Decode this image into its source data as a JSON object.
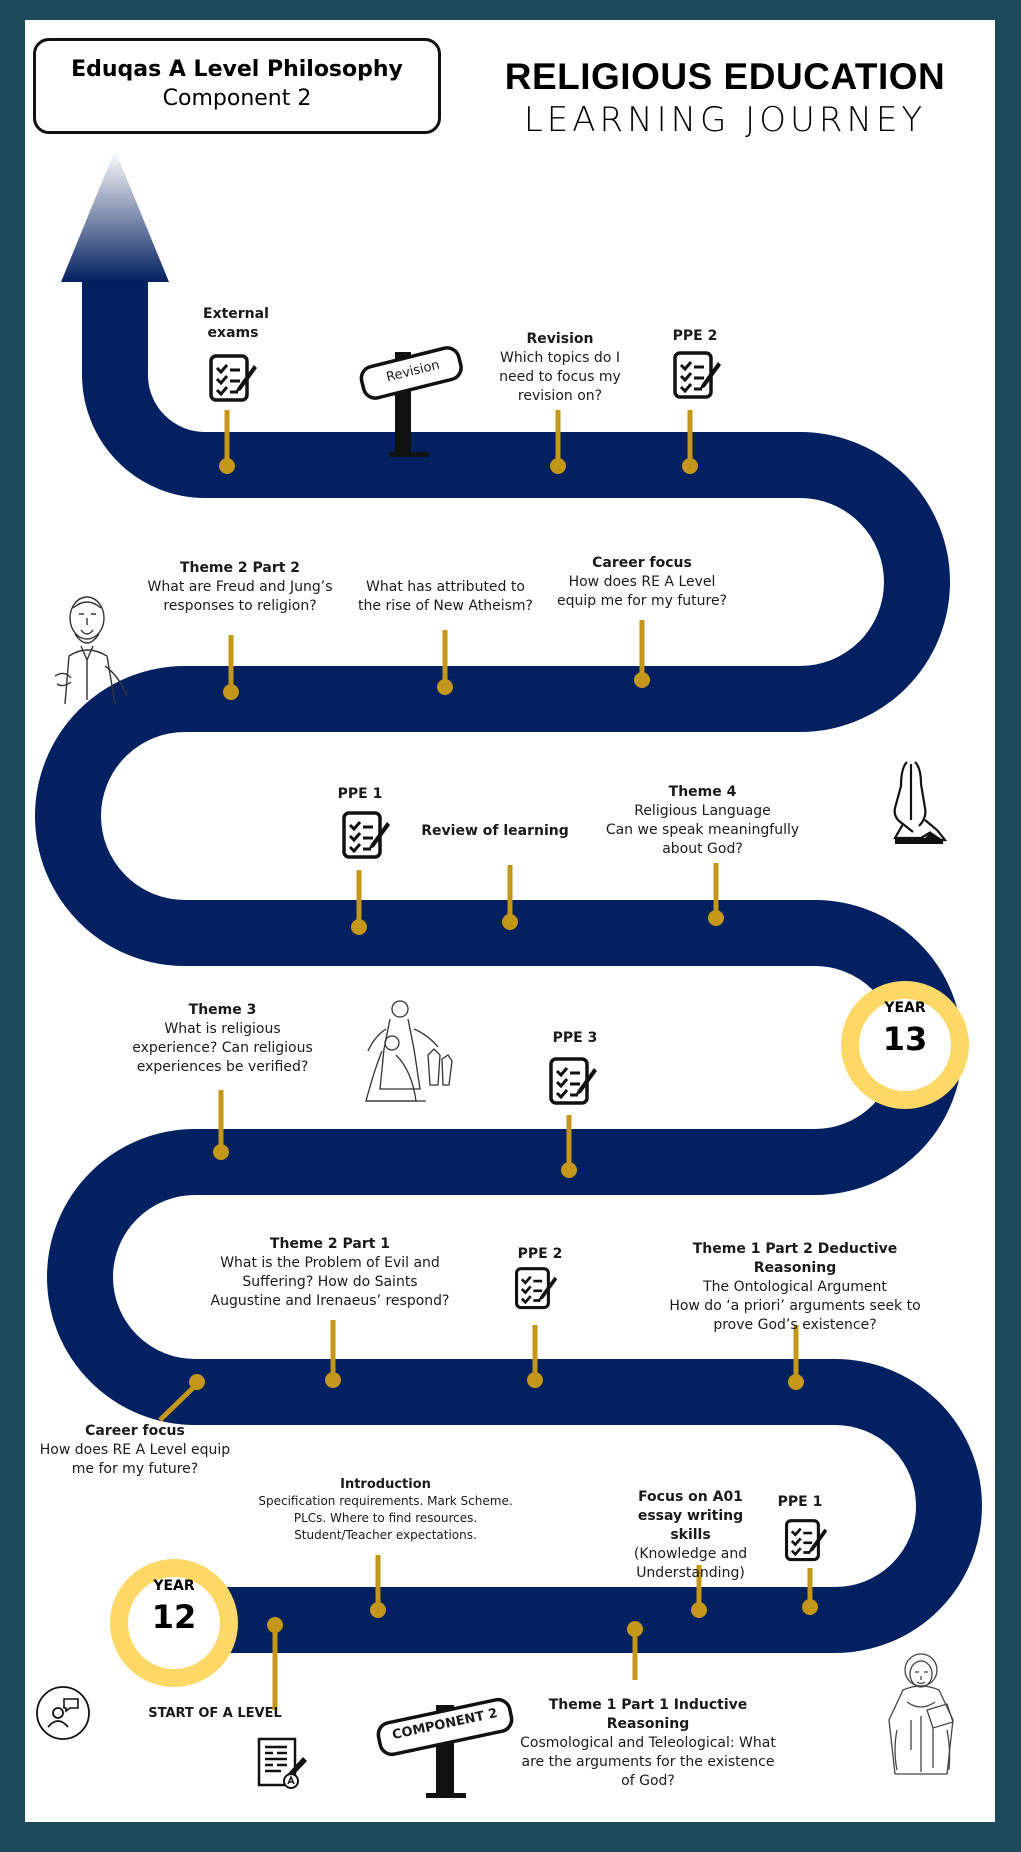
{
  "header": {
    "course_title": "Eduqas A Level Philosophy",
    "course_subtitle": "Component 2",
    "title_line1": "RELIGIOUS EDUCATION",
    "title_line2": "LEARNING JOURNEY"
  },
  "colors": {
    "road": "#032060",
    "pin": "#c4961a",
    "badge": "#fcd867",
    "border": "#1c4a5a"
  },
  "milestones": {
    "external_exams": "External exams",
    "revision_sign": "Revision",
    "revision_title": "Revision",
    "revision_text": "Which topics do I need to focus my revision on?",
    "ppe2_top": "PPE 2",
    "theme2p2_title": "Theme 2 Part 2",
    "theme2p2_text": "What are Freud and Jung’s responses to religion?",
    "new_atheism_text": "What has attributed to the rise of New Atheism?",
    "career_top_title": "Career focus",
    "career_top_text": "How does RE A Level equip me for my future?",
    "ppe1_y13": "PPE 1",
    "review_title": "Review of learning",
    "theme4_title": "Theme 4",
    "theme4_line1": "Religious Language",
    "theme4_line2": "Can we speak meaningfully about God?",
    "theme3_title": "Theme 3",
    "theme3_text": "What is religious experience? Can religious experiences be verified?",
    "ppe3": "PPE 3",
    "theme2p1_title": "Theme 2 Part 1",
    "theme2p1_text": "What is the Problem of Evil and Suffering? How do Saints Augustine and Irenaeus’ respond?",
    "ppe2_y12": "PPE 2",
    "theme1p2_title": "Theme 1 Part 2 Deductive Reasoning",
    "theme1p2_line1": "The Ontological Argument",
    "theme1p2_line2": "How do ‘a priori’ arguments seek to prove God’s existence?",
    "career_low_title": "Career focus",
    "career_low_text": "How does RE A Level equip me for my future?",
    "intro_title": "Introduction",
    "intro_text": "Specification requirements. Mark Scheme. PLCs. Where to find resources. Student/Teacher expectations.",
    "a01_title": "Focus on A01 essay writing skills",
    "a01_text": "(Knowledge and Understanding)",
    "ppe1_y12": "PPE 1",
    "start_label": "START OF A LEVEL",
    "component_sign": "COMPONENT 2",
    "theme1p1_title": "Theme 1 Part 1 Inductive Reasoning",
    "theme1p1_text": "Cosmological and Teleological: What are the arguments for the existence of God?"
  },
  "year13": {
    "label": "YEAR",
    "number": "13"
  },
  "year12": {
    "label": "YEAR",
    "number": "12"
  },
  "icons": [
    "arrow-up-icon",
    "checklist-icon",
    "signpost-icon",
    "freud-portrait-icon",
    "praying-hands-icon",
    "religious-figures-icon",
    "contact-chat-icon",
    "exam-paper-icon",
    "saint-portrait-icon"
  ]
}
